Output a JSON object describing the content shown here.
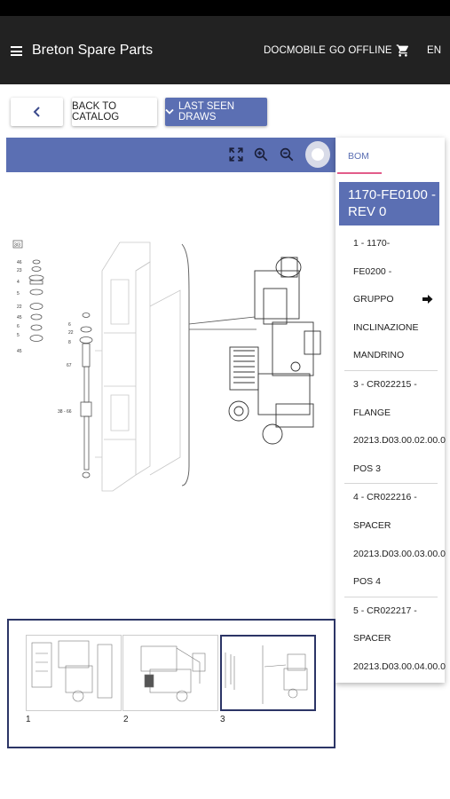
{
  "appbar": {
    "title": "Breton Spare Parts",
    "docmobile": "DOCMOBILE",
    "go_offline": "GO OFFLINE",
    "language": "EN",
    "background": "#222222"
  },
  "actions": {
    "back_icon": "chevron-left-icon",
    "back_to_catalog": "BACK TO CATALOG",
    "last_seen_draws": "LAST SEEN DRAWS",
    "accent": "#5b6fb3"
  },
  "toolbar": {
    "icons": [
      "fullscreen-icon",
      "zoom-in-icon",
      "zoom-out-icon",
      "circle-toggle-icon"
    ]
  },
  "drawing": {
    "label_box": "3/3",
    "callouts_left": [
      "46",
      "23",
      "4",
      "5",
      "22",
      "45",
      "6",
      "5",
      "45"
    ],
    "callouts_mid": [
      "6",
      "22",
      "8",
      "67",
      "38 - 66"
    ]
  },
  "bom": {
    "tab_label": "BOM",
    "tab_indicator_color": "#e25c8a",
    "header": "1170-FE0100 - REV 0",
    "items": [
      {
        "lines": [
          "1 - 1170-",
          "FE0200 -",
          "GRUPPO",
          "INCLINAZIONE",
          "MANDRINO"
        ],
        "has_link": true
      },
      {
        "lines": [
          "3 - CR022215 -",
          "FLANGE",
          "20213.D03.00.02.00.0",
          "POS 3"
        ],
        "has_link": false
      },
      {
        "lines": [
          "4 - CR022216 -",
          "SPACER",
          "20213.D03.00.03.00.0",
          "POS 4"
        ],
        "has_link": false
      },
      {
        "lines": [
          "5 - CR022217 -",
          "SPACER",
          "20213.D03.00.04.00.0"
        ],
        "has_link": false
      }
    ]
  },
  "thumbnails": {
    "selected": "3",
    "items": [
      {
        "number": "1"
      },
      {
        "number": "2"
      },
      {
        "number": "3"
      }
    ],
    "border_color": "#2c3566"
  }
}
